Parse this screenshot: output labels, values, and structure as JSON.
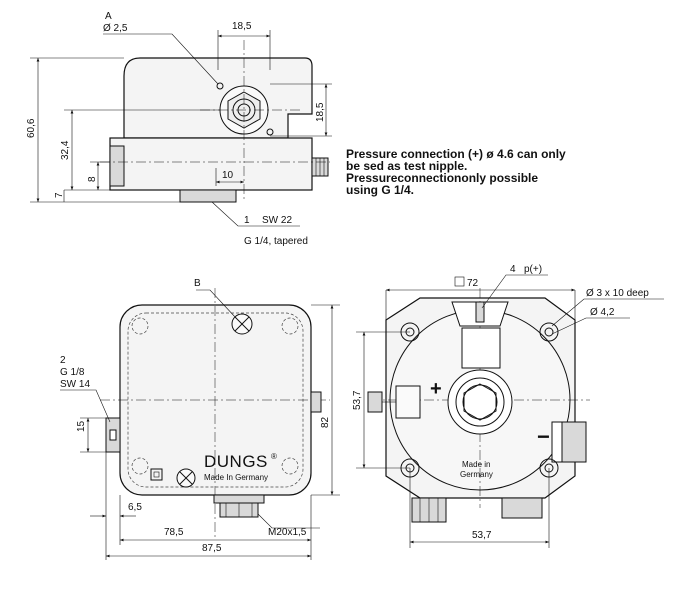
{
  "side_view": {
    "callout_a": "A",
    "dia_a": "Ø 2,5",
    "dim_top": "18,5",
    "dim_right": "18,5",
    "dim_height_total": "60,6",
    "dim_height_mid": "32,4",
    "dim_8": "8",
    "dim_7": "7",
    "dim_10": "10",
    "callout_1": "1",
    "sw_1": "SW 22",
    "thread_1": "G 1/4, tapered"
  },
  "note": {
    "lines": [
      "Pressure connection (+) ø 4.6 can only",
      "be sed as test nipple.",
      "Pressureconnectiononly possible",
      "using G 1/4."
    ]
  },
  "front_view": {
    "callout_b": "B",
    "callout_2": "2",
    "thread_2": "G 1/8",
    "sw_2": "SW 14",
    "dim_15": "15",
    "dim_82": "82",
    "dim_6_5": "6,5",
    "dim_78_5": "78,5",
    "dim_87_5": "87,5",
    "cable_gland": "M20x1,5",
    "brand": "DUNGS",
    "brand_mark": "®",
    "made_in": "Made In Germany"
  },
  "back_view": {
    "square_72": "72",
    "callout_4": "4",
    "p_plus": "p(+)",
    "holes": "Ø 3 x 10 deep",
    "dia_4_2": "Ø 4,2",
    "dim_53_7_v": "53,7",
    "dim_53_7_h": "53,7",
    "plus_sign": "+",
    "minus_sign": "−",
    "made_in_1": "Made in",
    "made_in_2": "Germany"
  }
}
